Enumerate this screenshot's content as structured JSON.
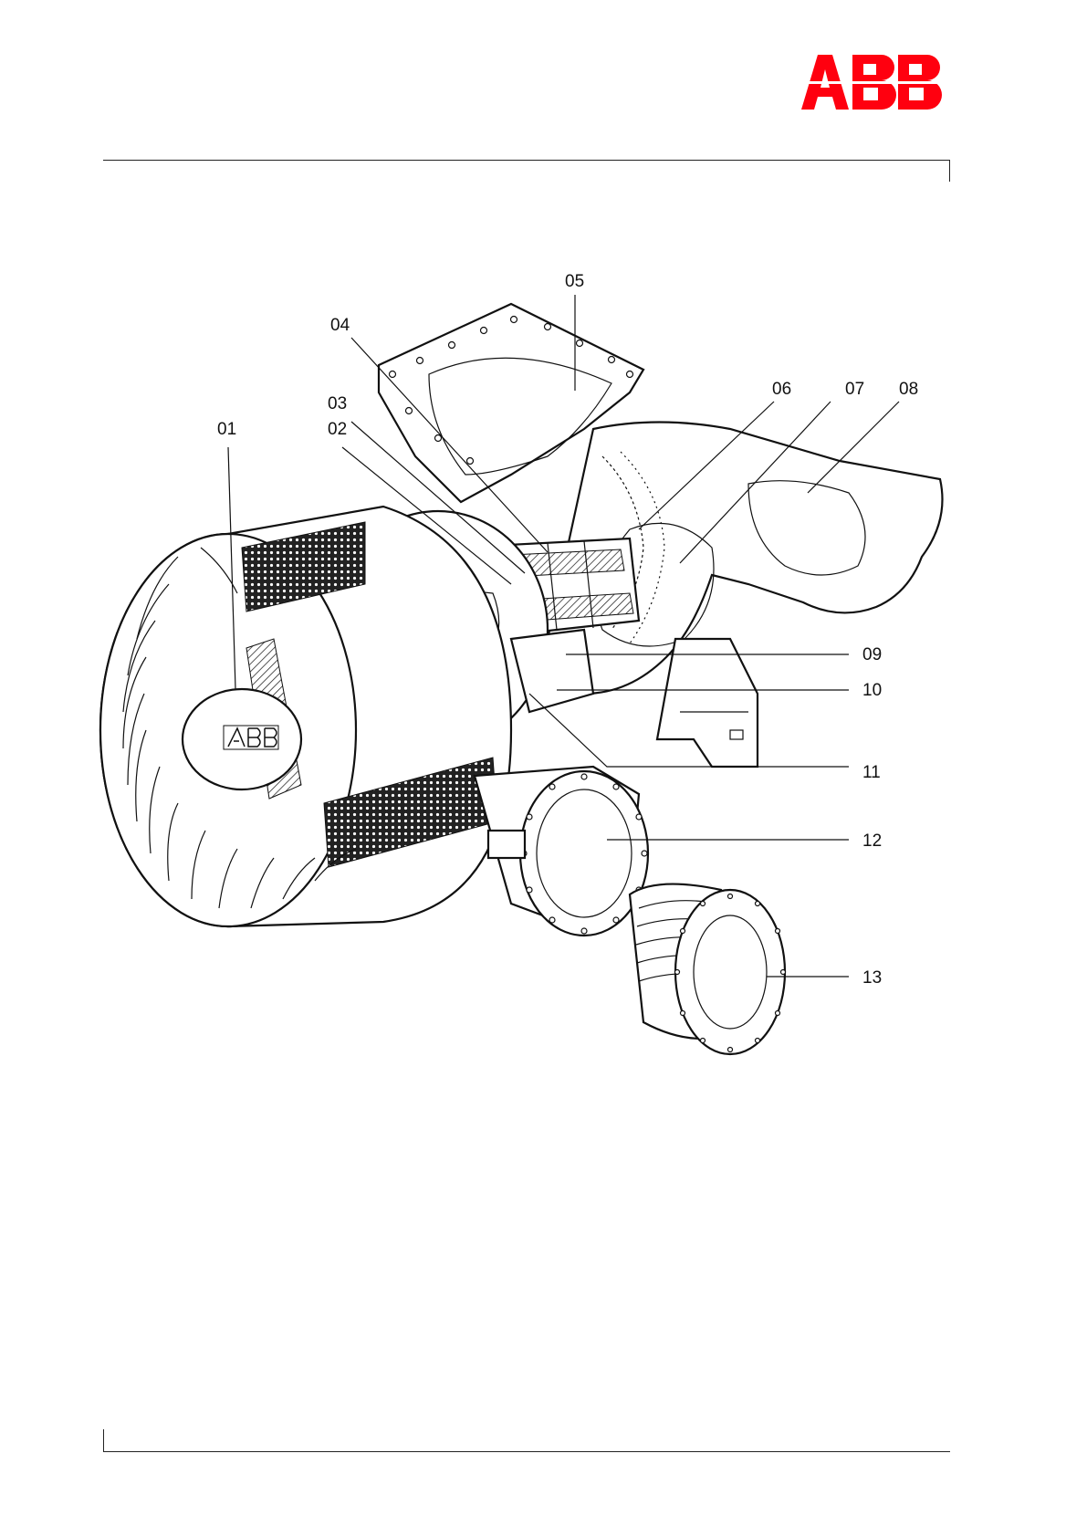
{
  "brand": {
    "name": "ABB",
    "color": "#ff000f"
  },
  "callouts": [
    {
      "id": "01",
      "label": "01"
    },
    {
      "id": "02",
      "label": "02"
    },
    {
      "id": "03",
      "label": "03"
    },
    {
      "id": "04",
      "label": "04"
    },
    {
      "id": "05",
      "label": "05"
    },
    {
      "id": "06",
      "label": "06"
    },
    {
      "id": "07",
      "label": "07"
    },
    {
      "id": "08",
      "label": "08"
    },
    {
      "id": "09",
      "label": "09"
    },
    {
      "id": "10",
      "label": "10"
    },
    {
      "id": "11",
      "label": "11"
    },
    {
      "id": "12",
      "label": "12"
    },
    {
      "id": "13",
      "label": "13"
    }
  ]
}
